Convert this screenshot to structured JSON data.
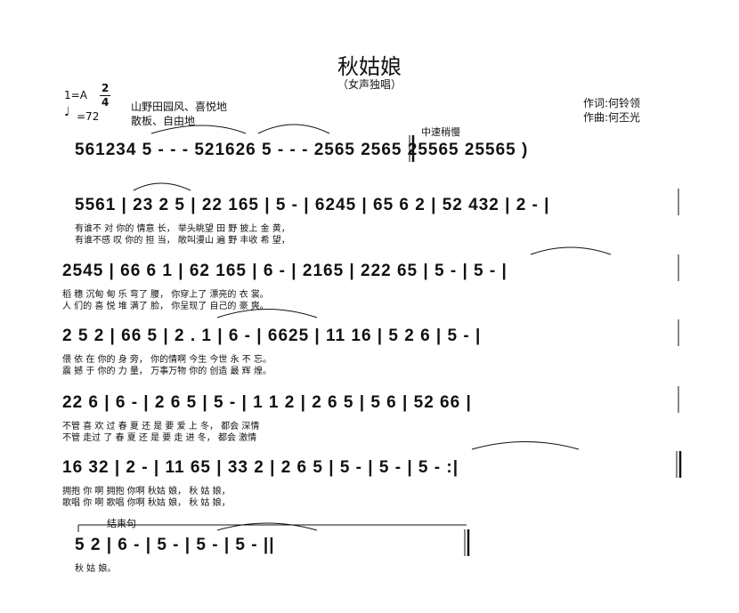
{
  "title": "秋姑娘",
  "subtitle": "（女声独唱）",
  "key": "1=A",
  "time_sig_top": "2",
  "time_sig_bottom": "4",
  "tempo": "=72",
  "style_1": "山野田园风、喜悦地",
  "style_2": "散板、自由地",
  "lyricist": "作词:何铃领",
  "composer": "作曲:何丕光",
  "tempo_change": "中速稍慢",
  "ending_label": "结束句",
  "rows": [
    {
      "notes": "561234 5 - - - 521626 5 - - - 2565 2565 25565 25565 )",
      "lyric1": "",
      "lyric2": ""
    },
    {
      "notes": "5561 | 23 2 5 | 22 165 | 5 - | 6245 | 65 6 2 | 52 432 | 2 - |",
      "lyric1": "有谁不  对    你的  情意    长，  举头眺望  田   野      披上  金    黄，",
      "lyric2": "有谁不感  叹    你的  担    当，  敞叫漫山  遍   野      丰收  希    望，"
    },
    {
      "notes": "2545 | 66 6 1 | 62 165 | 6 - | 2165 | 222 65 | 5 - | 5 - |",
      "lyric1": "稻  穗  沉甸  甸    乐  弯了  腰，  你穿上了  漂亮的  衣    裳。",
      "lyric2": "人  们的  喜    悦    堆  满了  脸，  你呈现了  自己的  豪    爽。"
    },
    {
      "notes": "2 5 2 | 66 5 | 2 . 1 | 6 - | 6625 | 11 16 | 5 2 6 | 5 - |",
      "lyric1": "偎  依  在  你的  身    旁，  你的情啊  今生  今世  永  不    忘。",
      "lyric2": "震  撼  于  你的  力    量，  万事万物  你的  创造  最  辉    煌。"
    },
    {
      "notes": "22 6 | 6 - | 2 6 5 | 5 - | 1 1 2 | 2 6 5 | 5 6 | 52 66 |",
      "lyric1": "不管  喜  欢    过  春  夏    还  是  要  爱  上    冬，  都会  深情",
      "lyric2": "不管  走过  了    春    夏    还  是  要  走  进    冬，  都会  激情"
    },
    {
      "notes": "16 32 | 2 - | 11 65 | 33 2 | 2 6 5 | 5 - | 5 - | 5 - :|",
      "lyric1": "拥抱  你    啊    拥抱  你啊  秋姑  娘，  秋  姑    娘，",
      "lyric2": "歌唱  你    啊    歌唱  你啊  秋姑  娘，  秋  姑    娘，"
    },
    {
      "notes": "5 2 | 6 - | 5 - | 5 - | 5 - ||",
      "lyric1": "秋    姑      娘。",
      "lyric2": ""
    }
  ]
}
